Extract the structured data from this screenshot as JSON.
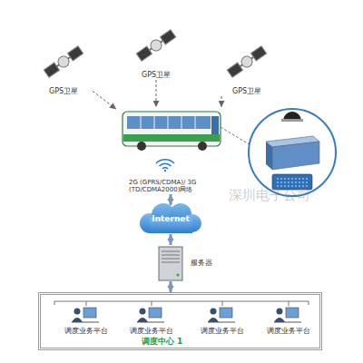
{
  "diagram": {
    "nodes": [
      {
        "text": [
          "GPS卫星"
        ]
      },
      {
        "text": [
          "GPS卫星"
        ]
      },
      {
        "text": [
          "GPS卫星"
        ]
      },
      {
        "text": [
          "2G (GPRS/CDMA)/ 3G (TD/CDMA2000)网络"
        ]
      },
      {
        "text": [
          "Internet"
        ]
      },
      {
        "text": [
          "服务器"
        ]
      },
      {
        "text": [
          "调度中心 1"
        ]
      },
      {
        "text": [
          "调度业务平台"
        ],
        "in": 6
      },
      {
        "text": [
          "调度业务平台"
        ],
        "in": 6
      },
      {
        "text": [
          "调度业务平台"
        ],
        "in": 6
      },
      {
        "text": [
          "调度业务平台"
        ],
        "in": 6
      }
    ],
    "edges": [
      {
        "from": 0,
        "to": 3,
        "arrow": "to"
      },
      {
        "from": 1,
        "to": 3,
        "arrow": "to"
      },
      {
        "from": 2,
        "to": 3,
        "arrow": "to"
      },
      {
        "from": 3,
        "to": 4,
        "arrow": "both"
      },
      {
        "from": 4,
        "to": 5,
        "arrow": "both"
      },
      {
        "from": 5,
        "to": 6,
        "arrow": "both"
      }
    ],
    "labels": [
      "深圳电子公司"
    ]
  }
}
